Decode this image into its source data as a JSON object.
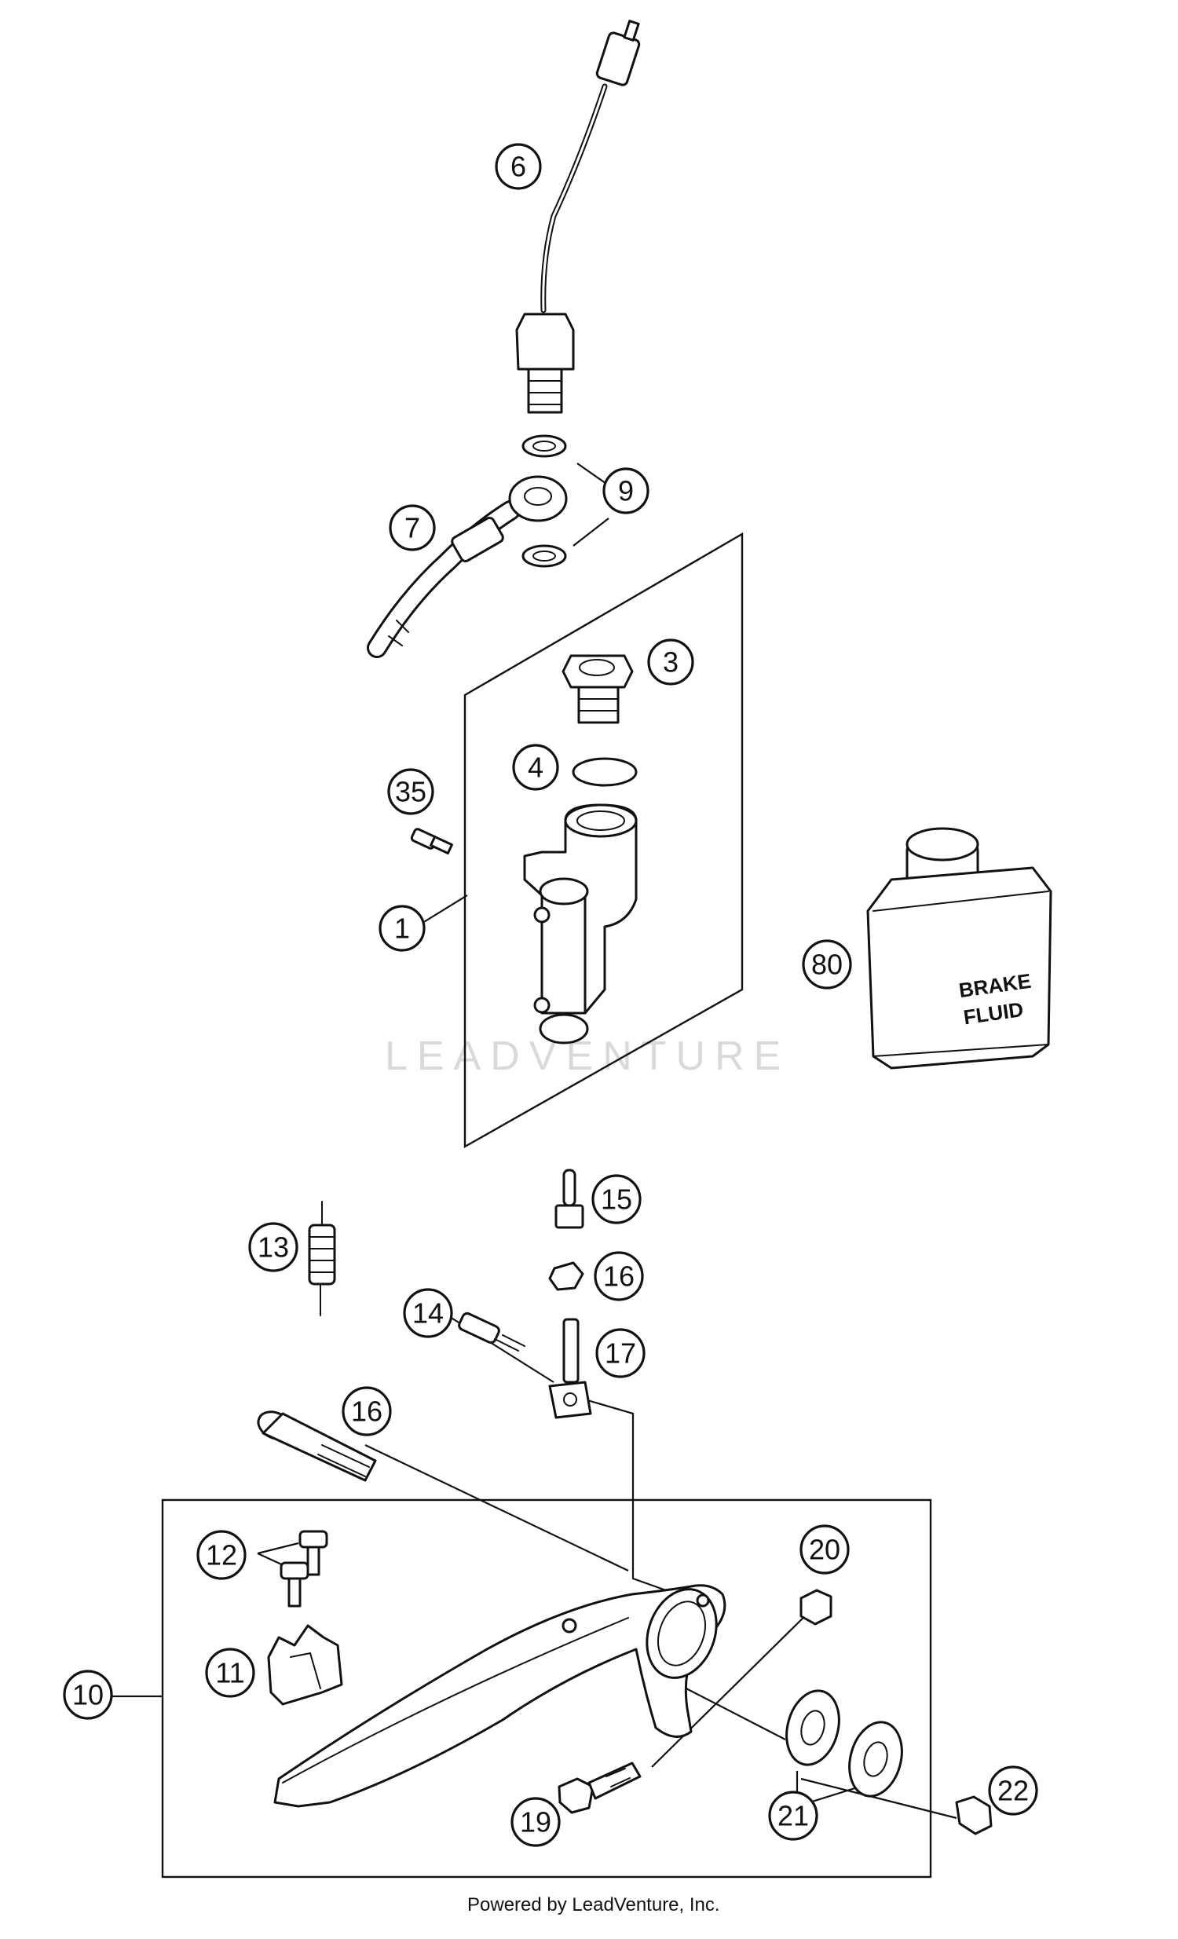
{
  "watermark": "LEADVENTURE",
  "footer": "Powered by LeadVenture, Inc.",
  "bottle_label": {
    "line1": "BRAKE",
    "line2": "FLUID"
  },
  "callouts": [
    {
      "id": "c1",
      "label": "1"
    },
    {
      "id": "c3",
      "label": "3"
    },
    {
      "id": "c4",
      "label": "4"
    },
    {
      "id": "c6",
      "label": "6"
    },
    {
      "id": "c7",
      "label": "7"
    },
    {
      "id": "c9",
      "label": "9"
    },
    {
      "id": "c10",
      "label": "10"
    },
    {
      "id": "c11",
      "label": "11"
    },
    {
      "id": "c12",
      "label": "12"
    },
    {
      "id": "c13",
      "label": "13"
    },
    {
      "id": "c14",
      "label": "14"
    },
    {
      "id": "c15",
      "label": "15"
    },
    {
      "id": "c16a",
      "label": "16"
    },
    {
      "id": "c16b",
      "label": "16"
    },
    {
      "id": "c17",
      "label": "17"
    },
    {
      "id": "c19",
      "label": "19"
    },
    {
      "id": "c20",
      "label": "20"
    },
    {
      "id": "c21",
      "label": "21"
    },
    {
      "id": "c22",
      "label": "22"
    },
    {
      "id": "c35",
      "label": "35"
    },
    {
      "id": "c80",
      "label": "80"
    }
  ]
}
